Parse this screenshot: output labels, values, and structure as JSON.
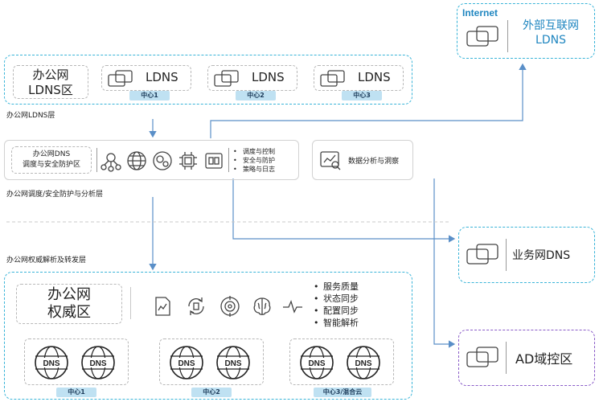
{
  "internet": {
    "tag": "Internet",
    "title_line1": "外部互联网",
    "title_line2": "LDNS"
  },
  "office_ldns": {
    "zone_line1": "办公网",
    "zone_line2": "LDNS区",
    "nodes": [
      {
        "label": "LDNS",
        "center": "中心1"
      },
      {
        "label": "LDNS",
        "center": "中心2"
      },
      {
        "label": "LDNS",
        "center": "中心3"
      }
    ],
    "layer_label": "办公网LDNS层"
  },
  "dispatch": {
    "title_line1": "办公网DNS",
    "title_line2": "调度与安全防护区",
    "features": [
      "调度与控制",
      "安全与防护",
      "策略与日志"
    ],
    "analysis": "数据分析与洞察",
    "layer_label": "办公网调度/安全防护与分析层"
  },
  "authority": {
    "layer_label": "办公网权威解析及转发层",
    "zone_line1": "办公网",
    "zone_line2": "权威区",
    "features": [
      "服务质量",
      "状态同步",
      "配置同步",
      "智能解析"
    ],
    "dns_text": "DNS",
    "centers": [
      "中心1",
      "中心2",
      "中心3/混合云"
    ]
  },
  "business_dns": "业务网DNS",
  "ad_zone": "AD域控区",
  "colors": {
    "accent": "#39b4d8",
    "purple": "#8a5cc8",
    "pill": "#bfe1f2"
  }
}
